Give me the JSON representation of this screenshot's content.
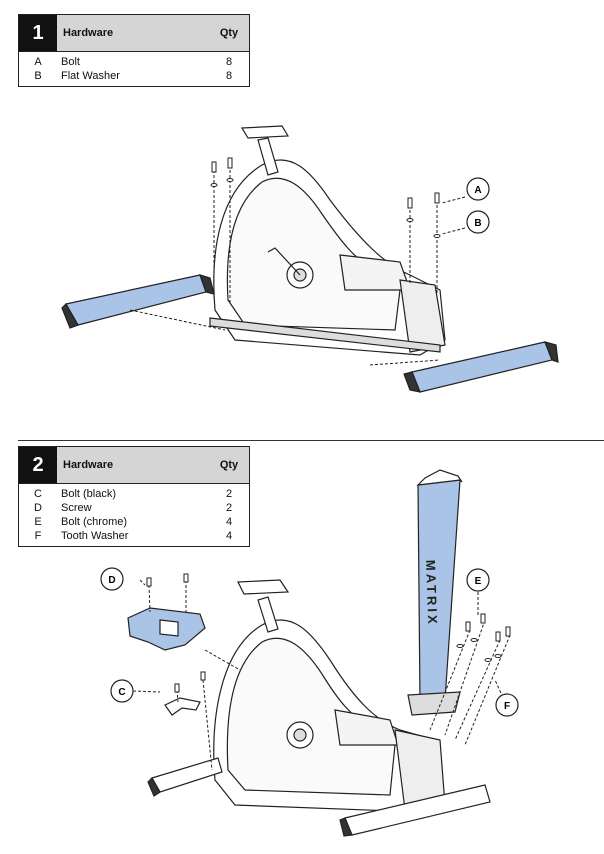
{
  "step1": {
    "number": "1",
    "header": {
      "hardware": "Hardware",
      "qty": "Qty"
    },
    "items": [
      {
        "letter": "A",
        "name": "Bolt",
        "qty": "8"
      },
      {
        "letter": "B",
        "name": "Flat Washer",
        "qty": "8"
      }
    ],
    "callouts": [
      "A",
      "B"
    ]
  },
  "step2": {
    "number": "2",
    "header": {
      "hardware": "Hardware",
      "qty": "Qty"
    },
    "items": [
      {
        "letter": "C",
        "name": "Bolt (black)",
        "qty": "2"
      },
      {
        "letter": "D",
        "name": "Screw",
        "qty": "2"
      },
      {
        "letter": "E",
        "name": "Bolt (chrome)",
        "qty": "4"
      },
      {
        "letter": "F",
        "name": "Tooth Washer",
        "qty": "4"
      }
    ],
    "callouts": [
      "D",
      "C",
      "E",
      "F"
    ],
    "upright_brand": "MATRIX"
  },
  "colors": {
    "part_highlight": "#a9c4e6",
    "line": "#222222",
    "table_header": "#d5d5d5"
  }
}
